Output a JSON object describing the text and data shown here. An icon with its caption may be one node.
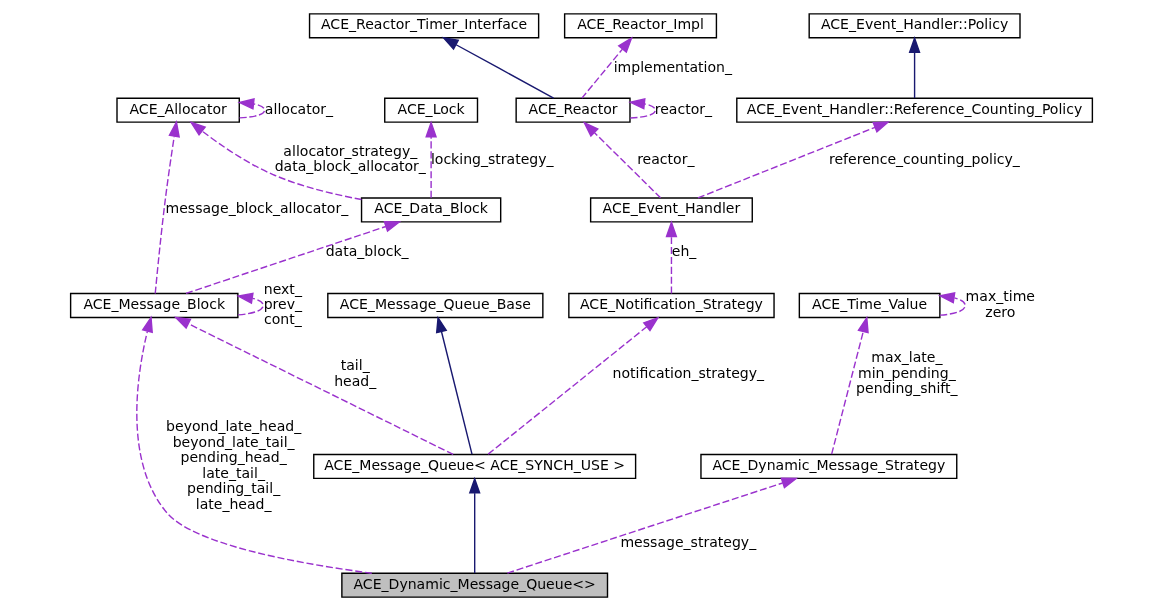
{
  "diagram": {
    "nodes": [
      {
        "text": [
          "ACE_Reactor_Timer_Interface"
        ]
      },
      {
        "text": [
          "ACE_Reactor_Impl"
        ]
      },
      {
        "text": [
          "ACE_Event_Handler::Policy"
        ]
      },
      {
        "text": [
          "ACE_Reactor"
        ]
      },
      {
        "text": [
          "ACE_Event_Handler::Reference_Counting_Policy"
        ]
      },
      {
        "text": [
          "ACE_Allocator"
        ]
      },
      {
        "text": [
          "ACE_Lock"
        ]
      },
      {
        "text": [
          "ACE_Event_Handler"
        ]
      },
      {
        "text": [
          "ACE_Data_Block"
        ]
      },
      {
        "text": [
          "ACE_Message_Queue_Base"
        ]
      },
      {
        "text": [
          "ACE_Notification_Strategy"
        ]
      },
      {
        "text": [
          "ACE_Message_Block"
        ]
      },
      {
        "text": [
          "ACE_Time_Value"
        ]
      },
      {
        "text": [
          "ACE_Message_Queue< ACE_SYNCH_USE >"
        ]
      },
      {
        "text": [
          "ACE_Dynamic_Message_Strategy"
        ]
      },
      {
        "text": [
          "ACE_Dynamic_Message_Queue<>"
        ]
      }
    ],
    "edges": [
      {
        "from": 3,
        "to": 0,
        "arrow": "to",
        "color": "#191970"
      },
      {
        "from": 3,
        "to": 1,
        "arrow": "to",
        "style": "dashed",
        "label": "implementation_"
      },
      {
        "from": 3,
        "to": 3,
        "arrow": "to",
        "style": "dashed",
        "label": "reactor_"
      },
      {
        "from": 4,
        "to": 2,
        "arrow": "to",
        "color": "#191970"
      },
      {
        "from": 7,
        "to": 3,
        "arrow": "to",
        "style": "dashed",
        "label": "reactor_"
      },
      {
        "from": 7,
        "to": 4,
        "arrow": "to",
        "style": "dashed",
        "label": "reference_counting_policy_"
      },
      {
        "from": 5,
        "to": 5,
        "arrow": "to",
        "style": "dashed",
        "label": "allocator_"
      },
      {
        "from": 8,
        "to": 5,
        "arrow": "to",
        "style": "dashed",
        "label": "allocator_strategy_ data_block_allocator_"
      },
      {
        "from": 8,
        "to": 6,
        "arrow": "to",
        "style": "dashed",
        "label": "locking_strategy_"
      },
      {
        "from": 11,
        "to": 5,
        "arrow": "to",
        "style": "dashed",
        "label": "message_block_allocator_"
      },
      {
        "from": 11,
        "to": 8,
        "arrow": "to",
        "style": "dashed",
        "label": "data_block_"
      },
      {
        "from": 10,
        "to": 7,
        "arrow": "to",
        "style": "dashed",
        "label": "eh_"
      },
      {
        "from": 11,
        "to": 11,
        "arrow": "to",
        "style": "dashed",
        "label": "next_ prev_ cont_"
      },
      {
        "from": 12,
        "to": 12,
        "arrow": "to",
        "style": "dashed",
        "label": "max_time zero"
      },
      {
        "from": 13,
        "to": 9,
        "arrow": "to",
        "color": "#191970"
      },
      {
        "from": 13,
        "to": 10,
        "arrow": "to",
        "style": "dashed",
        "label": "notification_strategy_"
      },
      {
        "from": 13,
        "to": 11,
        "arrow": "to",
        "style": "dashed",
        "label": "tail_ head_"
      },
      {
        "from": 15,
        "to": 13,
        "arrow": "to",
        "color": "#191970"
      },
      {
        "from": 15,
        "to": 11,
        "arrow": "to",
        "style": "dashed",
        "label": "beyond_late_head_ beyond_late_tail_ pending_head_ late_tail_ pending_tail_ late_head_"
      },
      {
        "from": 14,
        "to": 12,
        "arrow": "to",
        "style": "dashed",
        "label": "max_late_ min_pending_ pending_shift_"
      },
      {
        "from": 15,
        "to": 14,
        "arrow": "to",
        "style": "dashed",
        "label": "message_strategy_"
      }
    ]
  }
}
